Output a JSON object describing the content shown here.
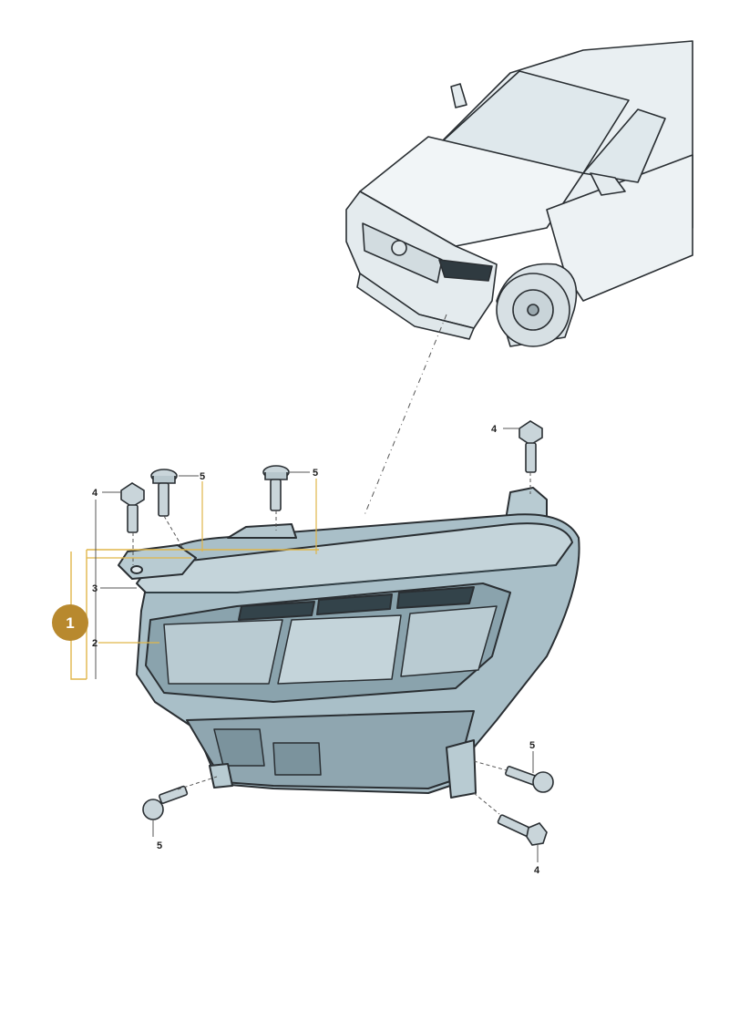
{
  "diagram": {
    "callout_badge": "1",
    "part_labels": {
      "p3": "3",
      "p2": "2",
      "p4_left": "4",
      "p5_left": "5",
      "p5_mid": "5",
      "p4_top_right": "4",
      "p5_bottom_left": "5",
      "p5_right": "5",
      "p4_bottom_right": "4"
    },
    "colors": {
      "badge_fill": "#b8892e",
      "leader_yellow": "#e0b64a",
      "lamp_fill": "#a9bfc8",
      "lamp_dark": "#33434a",
      "vehicle_fill": "#eef3f5",
      "outline": "#2a2f33"
    }
  }
}
